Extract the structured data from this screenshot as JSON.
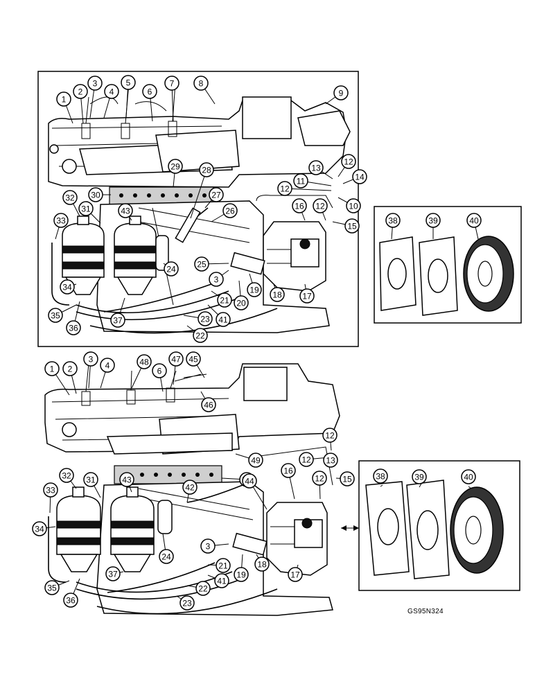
{
  "figure_code": "GS95N324",
  "top_view": {
    "callouts": [
      {
        "label": "1"
      },
      {
        "label": "2"
      },
      {
        "label": "3"
      },
      {
        "label": "4"
      },
      {
        "label": "5"
      },
      {
        "label": "6"
      },
      {
        "label": "7"
      },
      {
        "label": "8"
      },
      {
        "label": "9"
      },
      {
        "label": "13"
      },
      {
        "label": "12"
      },
      {
        "label": "14"
      },
      {
        "label": "11"
      },
      {
        "label": "12"
      },
      {
        "label": "10"
      },
      {
        "label": "16"
      },
      {
        "label": "12"
      },
      {
        "label": "15"
      },
      {
        "label": "29"
      },
      {
        "label": "28"
      },
      {
        "label": "30"
      },
      {
        "label": "27"
      },
      {
        "label": "26"
      },
      {
        "label": "32"
      },
      {
        "label": "31"
      },
      {
        "label": "43"
      },
      {
        "label": "33"
      },
      {
        "label": "24"
      },
      {
        "label": "25"
      },
      {
        "label": "3"
      },
      {
        "label": "19"
      },
      {
        "label": "20"
      },
      {
        "label": "18"
      },
      {
        "label": "17"
      },
      {
        "label": "21"
      },
      {
        "label": "34"
      },
      {
        "label": "35"
      },
      {
        "label": "36"
      },
      {
        "label": "37"
      },
      {
        "label": "23"
      },
      {
        "label": "41"
      },
      {
        "label": "22"
      }
    ]
  },
  "top_inset": {
    "callouts": [
      {
        "label": "38"
      },
      {
        "label": "39"
      },
      {
        "label": "40"
      }
    ]
  },
  "bottom_view": {
    "callouts": [
      {
        "label": "1"
      },
      {
        "label": "2"
      },
      {
        "label": "3"
      },
      {
        "label": "4"
      },
      {
        "label": "48"
      },
      {
        "label": "6"
      },
      {
        "label": "47"
      },
      {
        "label": "45"
      },
      {
        "label": "46"
      },
      {
        "label": "12"
      },
      {
        "label": "13"
      },
      {
        "label": "12"
      },
      {
        "label": "49"
      },
      {
        "label": "16"
      },
      {
        "label": "12"
      },
      {
        "label": "50"
      },
      {
        "label": "44"
      },
      {
        "label": "15"
      },
      {
        "label": "42"
      },
      {
        "label": "32"
      },
      {
        "label": "31"
      },
      {
        "label": "43"
      },
      {
        "label": "33"
      },
      {
        "label": "34"
      },
      {
        "label": "24"
      },
      {
        "label": "3"
      },
      {
        "label": "19"
      },
      {
        "label": "18"
      },
      {
        "label": "21"
      },
      {
        "label": "41"
      },
      {
        "label": "17"
      },
      {
        "label": "35"
      },
      {
        "label": "36"
      },
      {
        "label": "37"
      },
      {
        "label": "22"
      },
      {
        "label": "23"
      }
    ]
  },
  "bottom_inset": {
    "callouts": [
      {
        "label": "38"
      },
      {
        "label": "39"
      },
      {
        "label": "40"
      }
    ]
  }
}
